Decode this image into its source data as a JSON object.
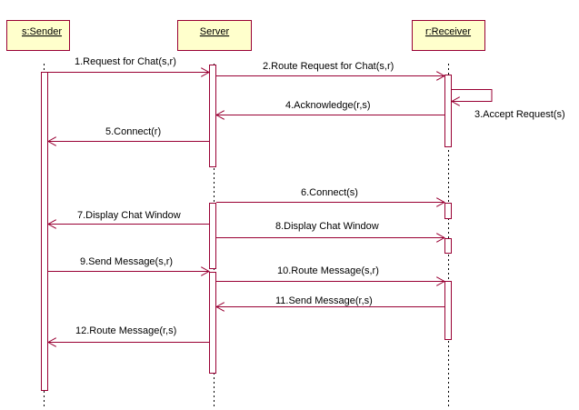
{
  "colors": {
    "object_fill": "#ffffcc",
    "object_border": "#990033",
    "activation_border": "#990033",
    "message": "#990033",
    "lifeline": "#000000"
  },
  "objects": [
    {
      "id": "sender",
      "label": "s:Sender"
    },
    {
      "id": "server",
      "label": "Server"
    },
    {
      "id": "receiver",
      "label": "r:Receiver"
    }
  ],
  "messages": [
    {
      "label": "1.Request for Chat(s,r)",
      "from": "sender",
      "to": "server"
    },
    {
      "label": "2.Route Request for Chat(s,r)",
      "from": "server",
      "to": "receiver"
    },
    {
      "label": "3.Accept Request(s)",
      "from": "receiver",
      "to": "receiver"
    },
    {
      "label": "4.Acknowledge(r,s)",
      "from": "receiver",
      "to": "server"
    },
    {
      "label": "5.Connect(r)",
      "from": "server",
      "to": "sender"
    },
    {
      "label": "6.Connect(s)",
      "from": "server",
      "to": "receiver"
    },
    {
      "label": "7.Display Chat Window",
      "from": "server",
      "to": "sender"
    },
    {
      "label": "8.Display Chat Window",
      "from": "server",
      "to": "receiver"
    },
    {
      "label": "9.Send Message(s,r)",
      "from": "sender",
      "to": "server"
    },
    {
      "label": "10.Route Message(s,r)",
      "from": "server",
      "to": "receiver"
    },
    {
      "label": "11.Send Message(r,s)",
      "from": "receiver",
      "to": "server"
    },
    {
      "label": "12.Route Message(r,s)",
      "from": "server",
      "to": "sender"
    }
  ]
}
